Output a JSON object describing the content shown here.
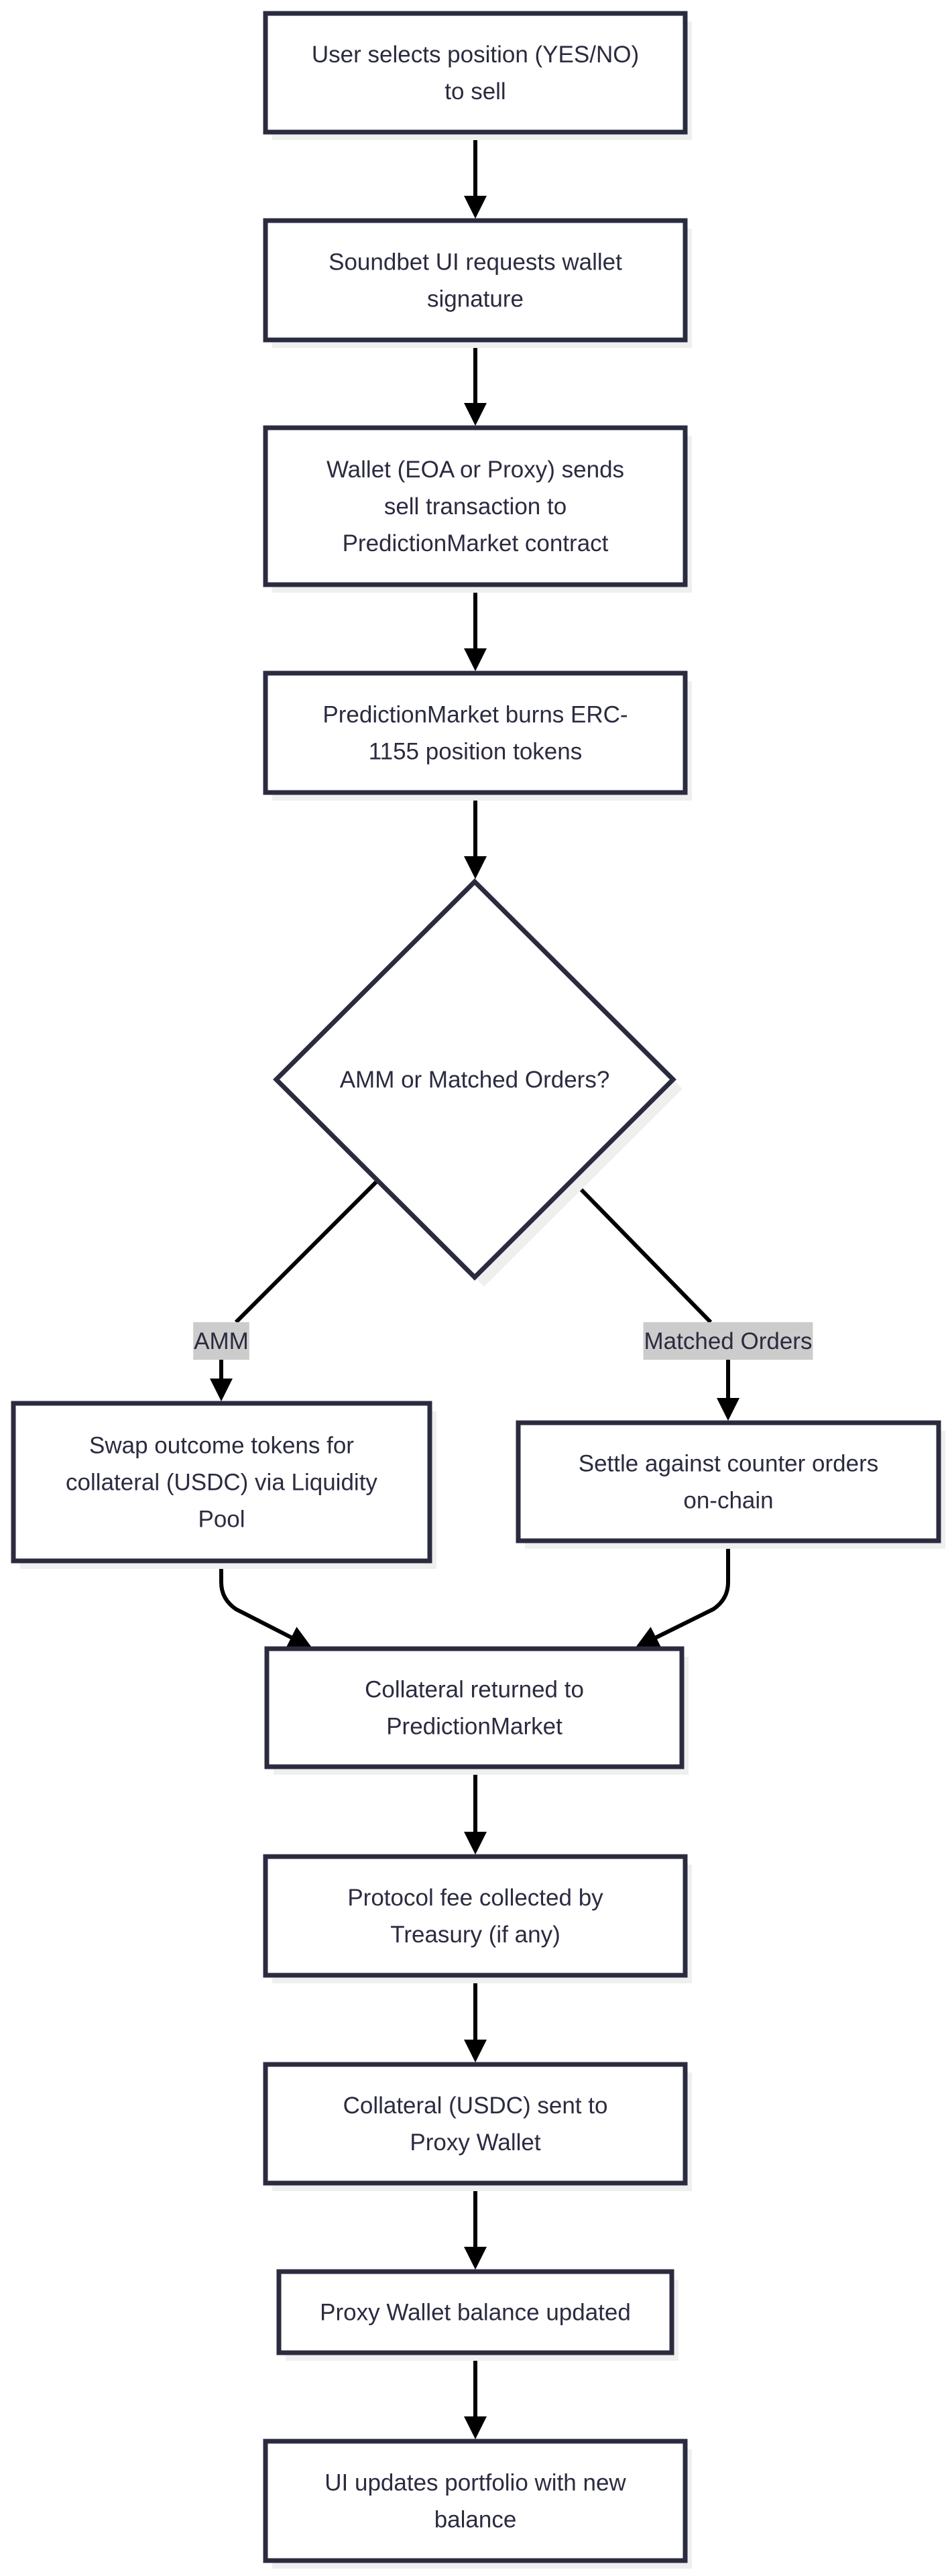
{
  "diagram": {
    "type": "flowchart",
    "direction": "top-to-bottom",
    "colors": {
      "node_stroke": "#2b2b40",
      "node_fill": "#ffffff",
      "text": "#2b2b40",
      "edge": "#000000",
      "edge_label_bg": "#cccccc",
      "shadow": "#efefef"
    },
    "nodes": [
      {
        "id": "select",
        "shape": "rect",
        "lines": [
          "User selects position (YES/NO)",
          "to sell"
        ]
      },
      {
        "id": "request_sig",
        "shape": "rect",
        "lines": [
          "Soundbet UI requests wallet",
          "signature"
        ]
      },
      {
        "id": "send_tx",
        "shape": "rect",
        "lines": [
          "Wallet (EOA or Proxy) sends",
          "sell transaction to",
          "PredictionMarket contract"
        ]
      },
      {
        "id": "burn",
        "shape": "rect",
        "lines": [
          "PredictionMarket burns ERC-",
          "1155 position tokens"
        ]
      },
      {
        "id": "decision",
        "shape": "diamond",
        "lines": [
          "AMM or Matched Orders?"
        ]
      },
      {
        "id": "amm_swap",
        "shape": "rect",
        "lines": [
          "Swap outcome tokens for",
          "collateral (USDC) via Liquidity",
          "Pool"
        ]
      },
      {
        "id": "settle",
        "shape": "rect",
        "lines": [
          "Settle against counter orders",
          "on-chain"
        ]
      },
      {
        "id": "collateral_returned",
        "shape": "rect",
        "lines": [
          "Collateral returned to",
          "PredictionMarket"
        ]
      },
      {
        "id": "fee",
        "shape": "rect",
        "lines": [
          "Protocol fee collected by",
          "Treasury (if any)"
        ]
      },
      {
        "id": "collateral_sent",
        "shape": "rect",
        "lines": [
          "Collateral (USDC) sent to",
          "Proxy Wallet"
        ]
      },
      {
        "id": "balance_updated",
        "shape": "rect",
        "lines": [
          "Proxy Wallet balance updated"
        ]
      },
      {
        "id": "ui_update",
        "shape": "rect",
        "lines": [
          "UI updates portfolio with new",
          "balance"
        ]
      }
    ],
    "edges": [
      {
        "from": "select",
        "to": "request_sig",
        "label": ""
      },
      {
        "from": "request_sig",
        "to": "send_tx",
        "label": ""
      },
      {
        "from": "send_tx",
        "to": "burn",
        "label": ""
      },
      {
        "from": "burn",
        "to": "decision",
        "label": ""
      },
      {
        "from": "decision",
        "to": "amm_swap",
        "label": "AMM"
      },
      {
        "from": "decision",
        "to": "settle",
        "label": "Matched Orders"
      },
      {
        "from": "amm_swap",
        "to": "collateral_returned",
        "label": ""
      },
      {
        "from": "settle",
        "to": "collateral_returned",
        "label": ""
      },
      {
        "from": "collateral_returned",
        "to": "fee",
        "label": ""
      },
      {
        "from": "fee",
        "to": "collateral_sent",
        "label": ""
      },
      {
        "from": "collateral_sent",
        "to": "balance_updated",
        "label": ""
      },
      {
        "from": "balance_updated",
        "to": "ui_update",
        "label": ""
      }
    ]
  }
}
